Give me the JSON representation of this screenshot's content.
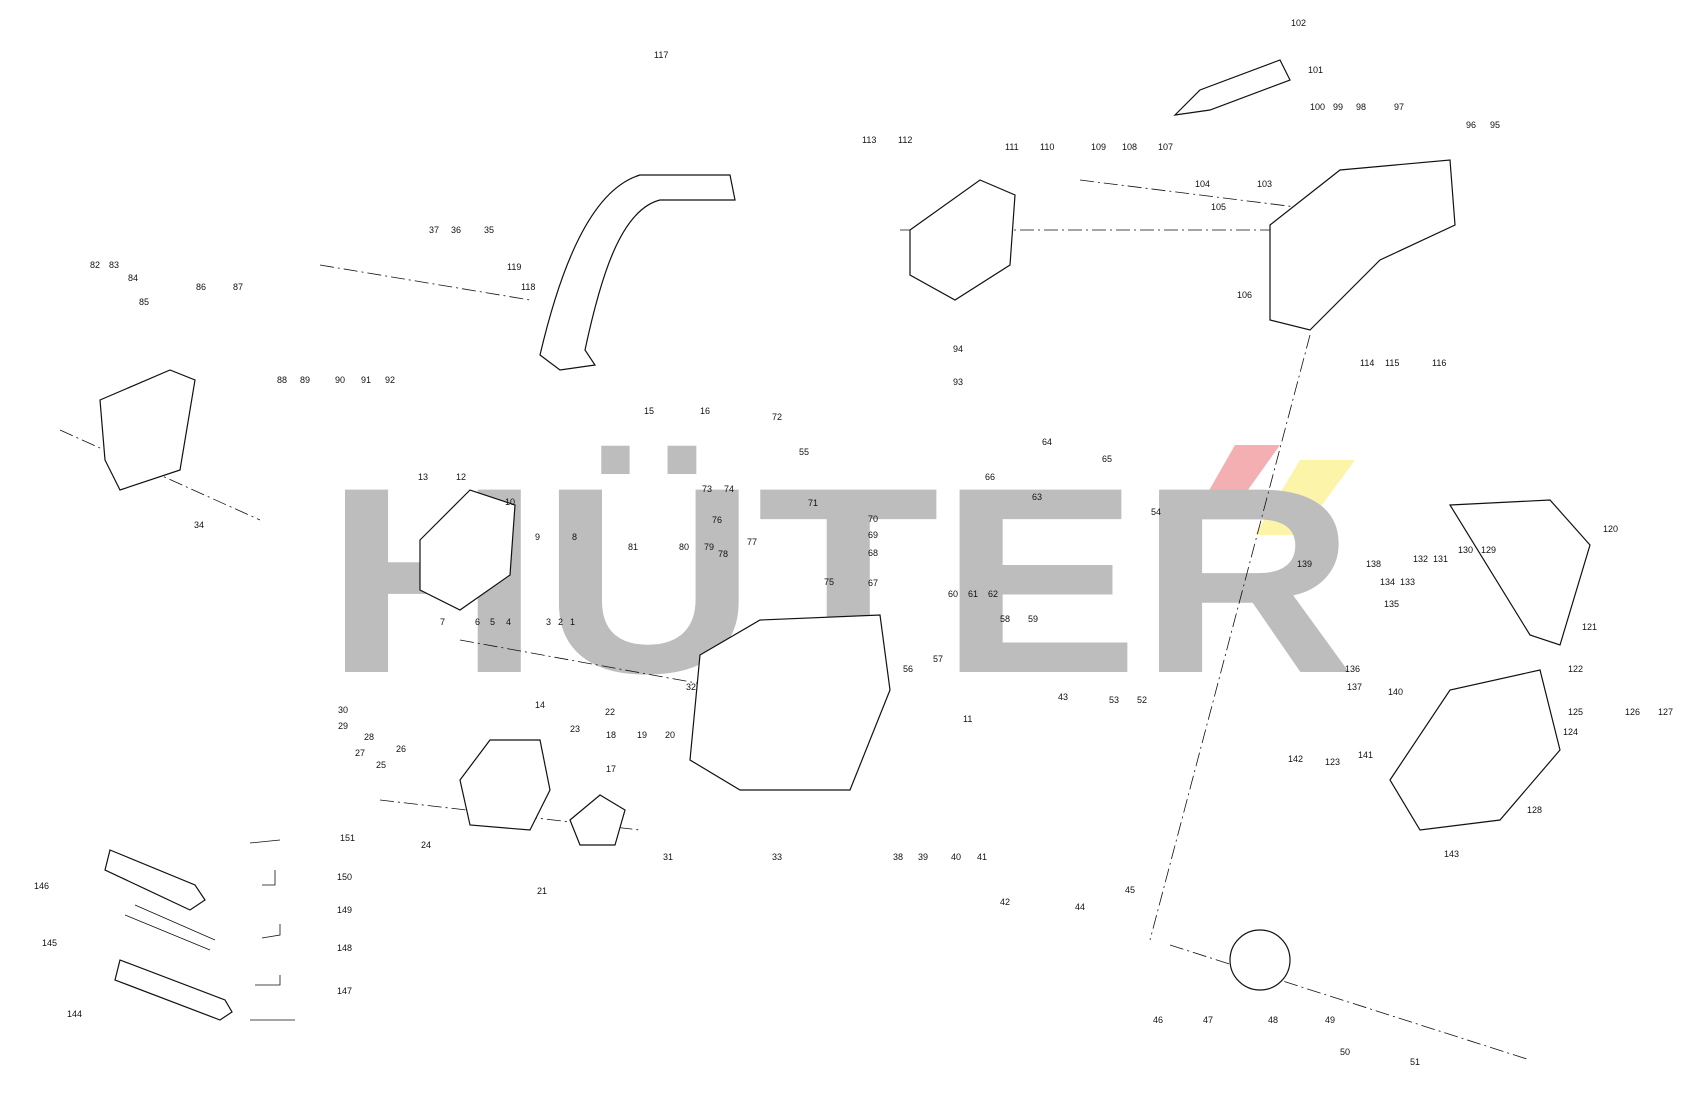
{
  "diagram": {
    "watermark": {
      "text": "HÜTER",
      "colors": {
        "text": "#bdbdbd",
        "flag_red": "#f2a1a6",
        "flag_yellow": "#fbf29a"
      }
    },
    "part_numbers": [
      "1",
      "2",
      "3",
      "4",
      "5",
      "6",
      "7",
      "8",
      "9",
      "10",
      "11",
      "12",
      "13",
      "14",
      "15",
      "16",
      "17",
      "18",
      "19",
      "20",
      "21",
      "22",
      "23",
      "24",
      "25",
      "26",
      "27",
      "28",
      "29",
      "30",
      "31",
      "32",
      "33",
      "34",
      "35",
      "36",
      "37",
      "38",
      "39",
      "40",
      "41",
      "42",
      "43",
      "44",
      "45",
      "46",
      "47",
      "48",
      "49",
      "50",
      "51",
      "52",
      "53",
      "54",
      "55",
      "56",
      "57",
      "58",
      "59",
      "60",
      "61",
      "62",
      "63",
      "64",
      "65",
      "66",
      "67",
      "68",
      "69",
      "70",
      "71",
      "72",
      "73",
      "74",
      "75",
      "76",
      "77",
      "78",
      "79",
      "80",
      "81",
      "82",
      "83",
      "84",
      "85",
      "86",
      "87",
      "88",
      "89",
      "90",
      "91",
      "92",
      "93",
      "94",
      "95",
      "96",
      "97",
      "98",
      "99",
      "100",
      "101",
      "102",
      "103",
      "104",
      "105",
      "106",
      "107",
      "108",
      "109",
      "110",
      "111",
      "112",
      "113",
      "114",
      "115",
      "116",
      "117",
      "118",
      "119",
      "120",
      "121",
      "122",
      "123",
      "124",
      "125",
      "126",
      "127",
      "128",
      "129",
      "130",
      "131",
      "132",
      "133",
      "134",
      "135",
      "136",
      "137",
      "138",
      "139",
      "140",
      "141",
      "142",
      "143",
      "144",
      "145",
      "146",
      "147",
      "148",
      "149",
      "150",
      "151"
    ]
  }
}
